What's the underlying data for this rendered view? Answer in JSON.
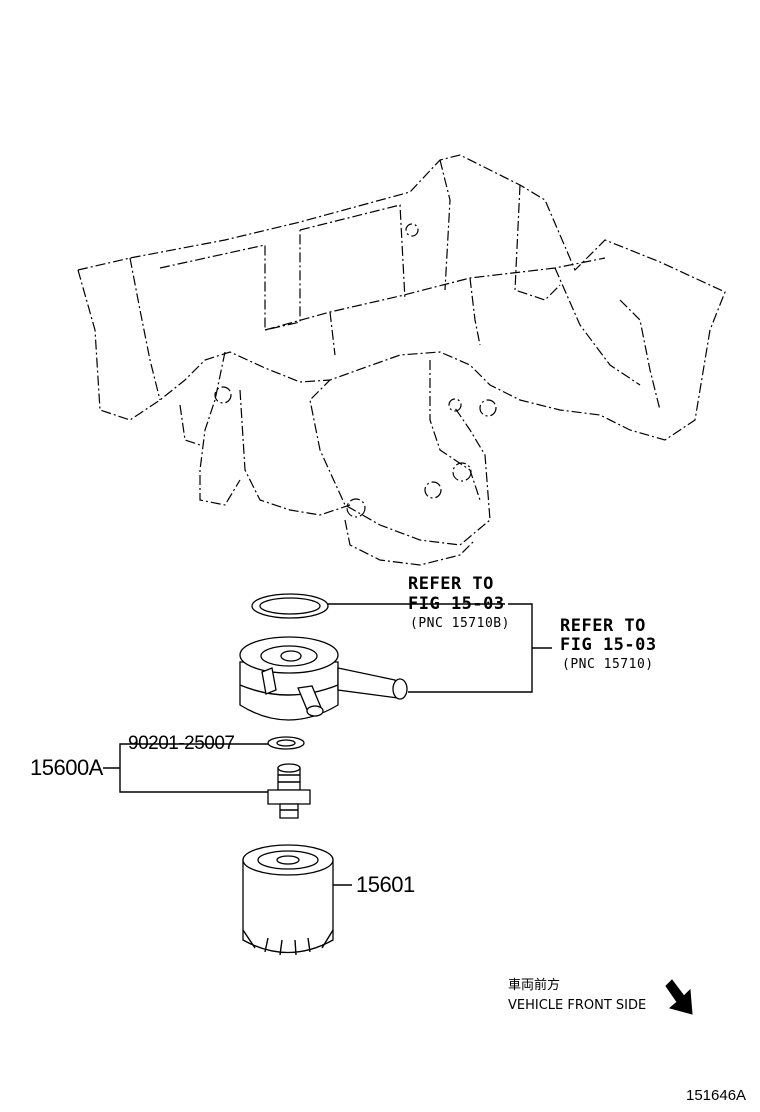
{
  "figure_id": "151646A",
  "callouts": {
    "refer_upper": {
      "line1": "REFER TO",
      "line2": "FIG 15-03",
      "line3": "(PNC 15710B)"
    },
    "refer_right": {
      "line1": "REFER TO",
      "line2": "FIG 15-03",
      "line3": "(PNC 15710)"
    },
    "assembly_number": "15600A",
    "gasket_number": "90201-25007",
    "filter_number": "15601"
  },
  "direction": {
    "jp_label": "車両前方",
    "en_label": "VEHICLE FRONT SIDE",
    "arrow_icon": "arrow-down-right-icon"
  }
}
